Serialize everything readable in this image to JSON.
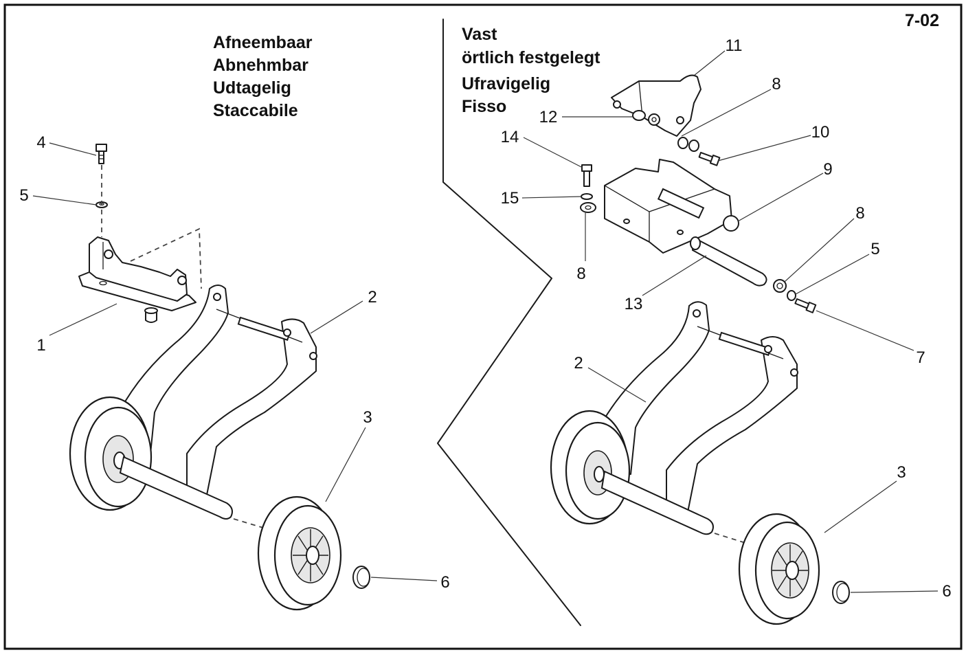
{
  "page_id": "7-02",
  "sections": {
    "removable": {
      "lines": [
        "Afneembaar",
        "Abnehmbar",
        "Udtagelig",
        "Staccabile"
      ]
    },
    "fixed": {
      "lines": [
        "Vast",
        "örtlich festgelegt",
        "Ufravigelig",
        "Fisso"
      ]
    }
  },
  "callouts_left": [
    "1",
    "2",
    "3",
    "4",
    "5",
    "6"
  ],
  "callouts_right": [
    "2",
    "3",
    "5",
    "6",
    "7",
    "8",
    "8",
    "8",
    "9",
    "10",
    "11",
    "12",
    "13",
    "14",
    "15"
  ]
}
